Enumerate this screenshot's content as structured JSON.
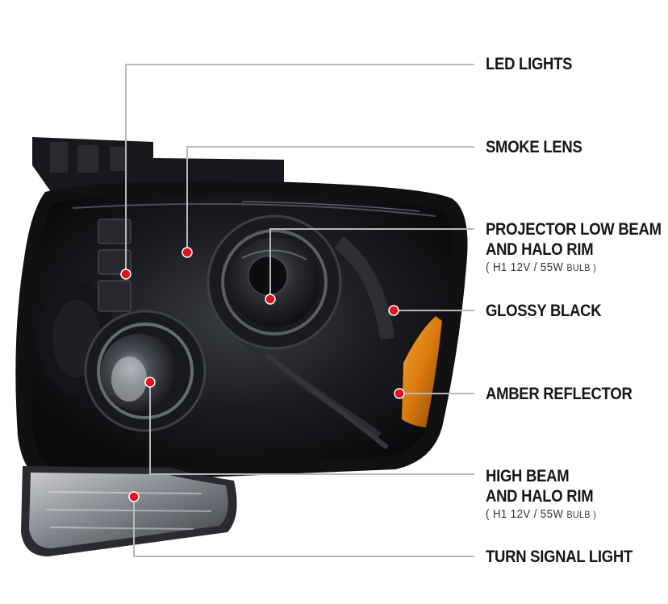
{
  "labels": {
    "led_lights": "LED LIGHTS",
    "smoke_lens": "SMOKE LENS",
    "projector_line1": "PROJECTOR LOW BEAM",
    "projector_line2": "AND HALO RIM",
    "projector_spec_open": "( H1  12V / 55W",
    "projector_spec_bulb": "BULB )",
    "glossy_black": "GLOSSY BLACK",
    "amber_reflector": "AMBER REFLECTOR",
    "high_beam_line1": "HIGH BEAM",
    "high_beam_line2": "AND HALO RIM",
    "high_beam_spec_open": "( H1  12V / 55W",
    "high_beam_spec_bulb": "BULB )",
    "turn_signal": "TURN SIGNAL LIGHT"
  },
  "colors": {
    "leader_line": "#b9b9b9",
    "marker_dot": "#e0141e",
    "housing": "#141417",
    "amber": "#d9790c",
    "text": "#161616"
  }
}
